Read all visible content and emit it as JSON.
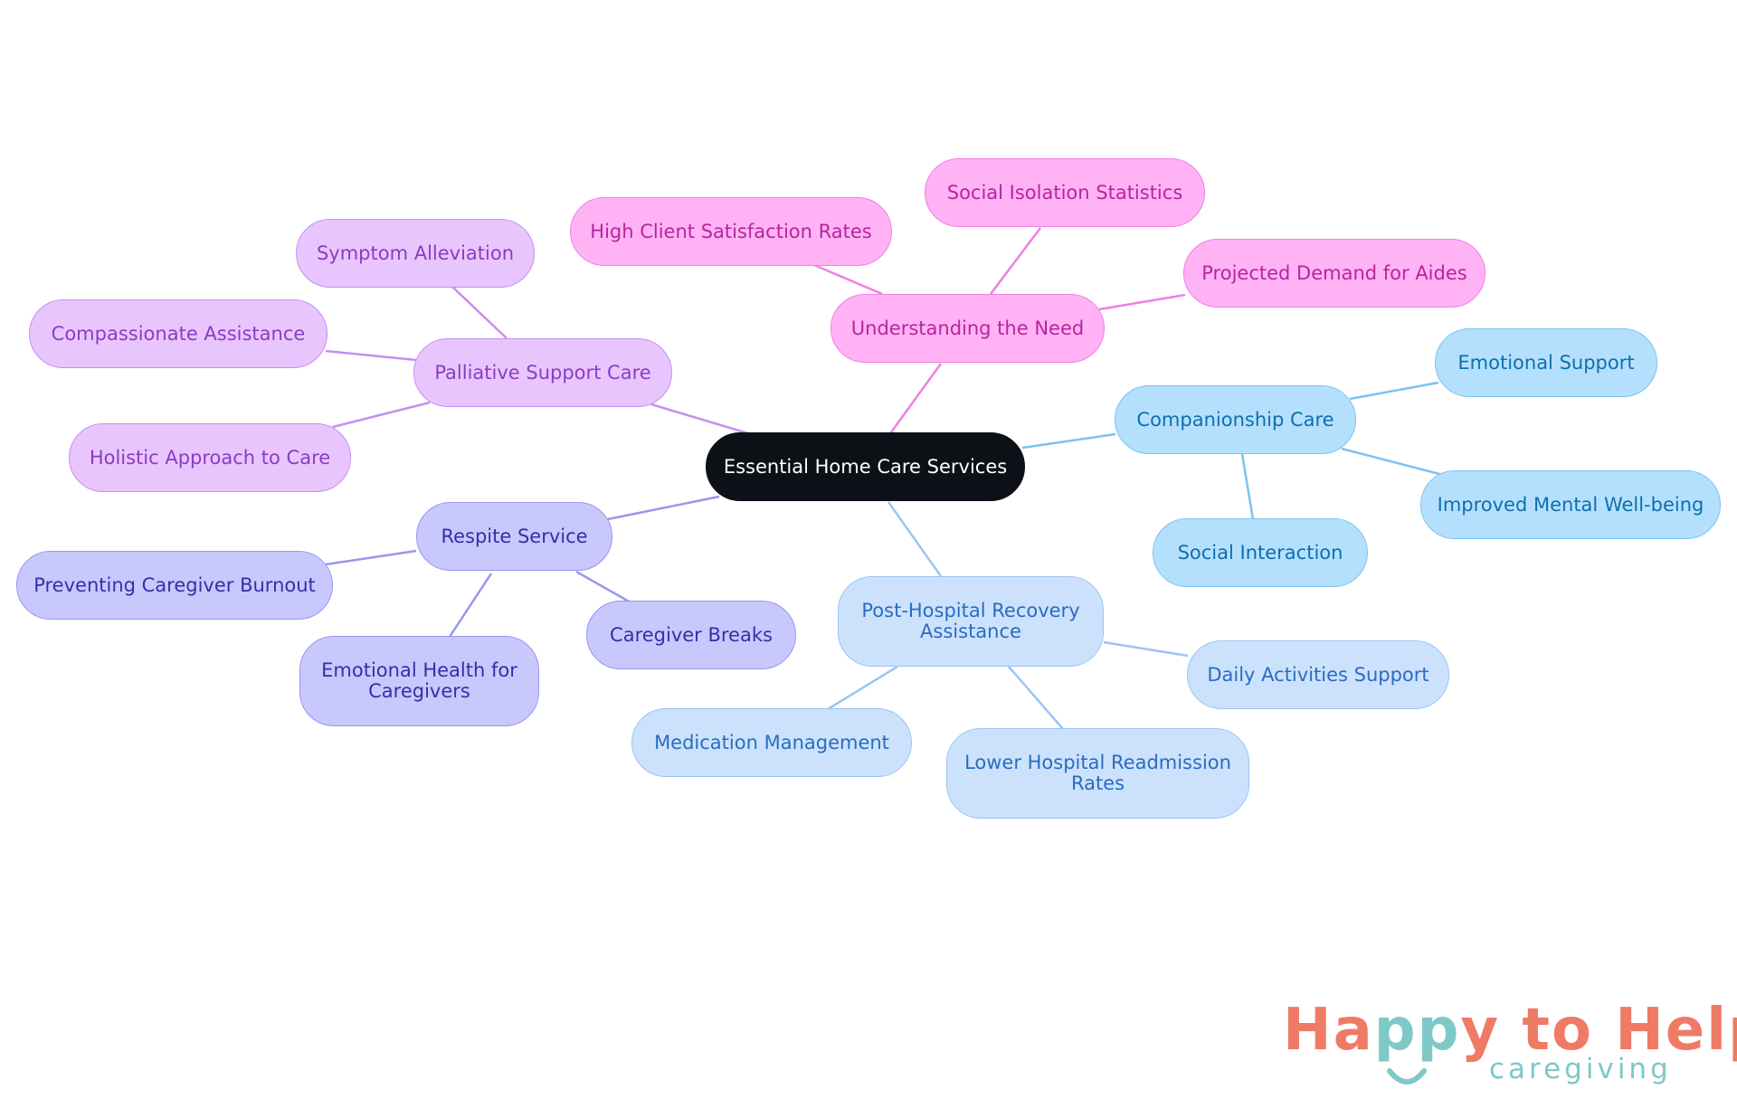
{
  "diagram": {
    "root": "Essential Home Care Services",
    "branches": [
      {
        "label": "Understanding the Need",
        "color": "pink",
        "children": [
          "High Client Satisfaction Rates",
          "Social Isolation Statistics",
          "Projected Demand for Aides"
        ]
      },
      {
        "label": "Palliative Support Care",
        "color": "violet",
        "children": [
          "Symptom Alleviation",
          "Compassionate Assistance",
          "Holistic Approach to Care"
        ]
      },
      {
        "label": "Respite Service",
        "color": "indigo",
        "children": [
          "Preventing Caregiver Burnout",
          "Caregiver Breaks",
          "Emotional Health for Caregivers"
        ]
      },
      {
        "label": "Companionship Care",
        "color": "sky",
        "children": [
          "Emotional Support",
          "Improved Mental Well-being",
          "Social Interaction"
        ]
      },
      {
        "label": "Post-Hospital Recovery Assistance",
        "color": "blue",
        "children": [
          "Daily Activities Support",
          "Medication Management",
          "Lower Hospital Readmission Rates"
        ]
      }
    ]
  },
  "colors": {
    "pink": "#ffb3f5",
    "violet": "#e8c6fd",
    "indigo": "#c8c8fd",
    "sky": "#b5e0fd",
    "blue": "#cce2fc",
    "root": "#0d1117"
  },
  "logo": {
    "name": "Happy to Help",
    "tagline": "caregiving"
  }
}
